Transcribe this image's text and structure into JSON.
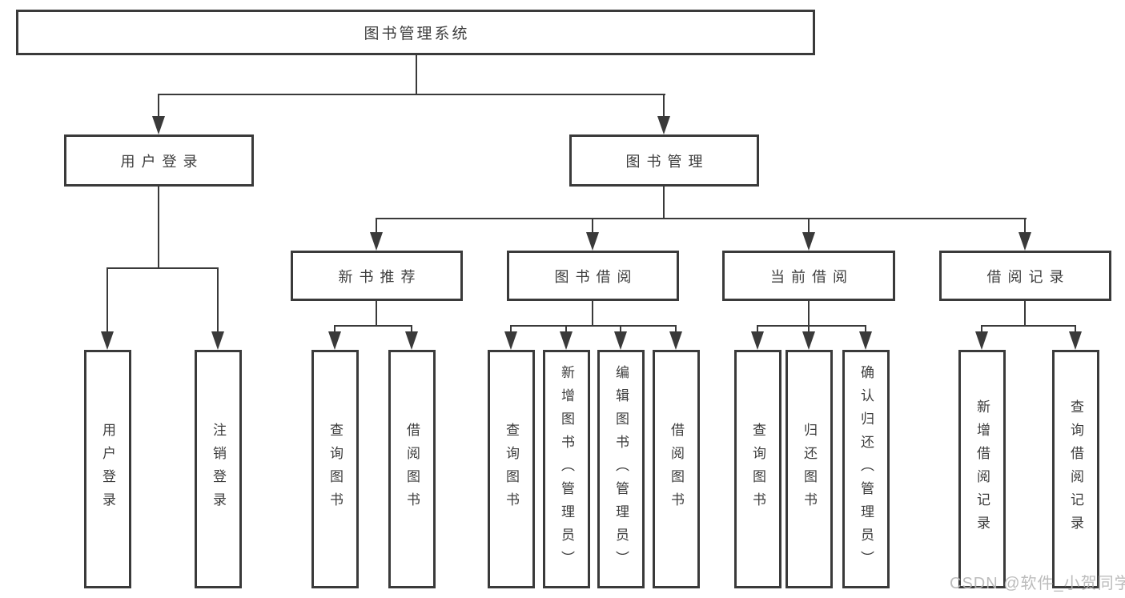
{
  "root": {
    "label": "图书管理系统"
  },
  "branches": [
    {
      "label": "用户登录",
      "children": [
        {
          "label": "用户登录"
        },
        {
          "label": "注销登录"
        }
      ]
    },
    {
      "label": "图书管理",
      "children": [
        {
          "label": "新书推荐",
          "children": [
            {
              "label": "查询图书"
            },
            {
              "label": "借阅图书"
            }
          ]
        },
        {
          "label": "图书借阅",
          "children": [
            {
              "label": "查询图书"
            },
            {
              "label": "新增图书（管理员）"
            },
            {
              "label": "编辑图书（管理员）"
            },
            {
              "label": "借阅图书"
            }
          ]
        },
        {
          "label": "当前借阅",
          "children": [
            {
              "label": "查询图书"
            },
            {
              "label": "归还图书"
            },
            {
              "label": "确认归还（管理员）"
            }
          ]
        },
        {
          "label": "借阅记录",
          "children": [
            {
              "label": "新增借阅记录"
            },
            {
              "label": "查询借阅记录"
            }
          ]
        }
      ]
    }
  ],
  "watermark": {
    "text": "CSDN @软件_小贺同学"
  },
  "colors": {
    "line": "#3a3a3a",
    "text": "#3d3d3d",
    "background": "#ffffff",
    "watermark": "#b5b5b5"
  }
}
